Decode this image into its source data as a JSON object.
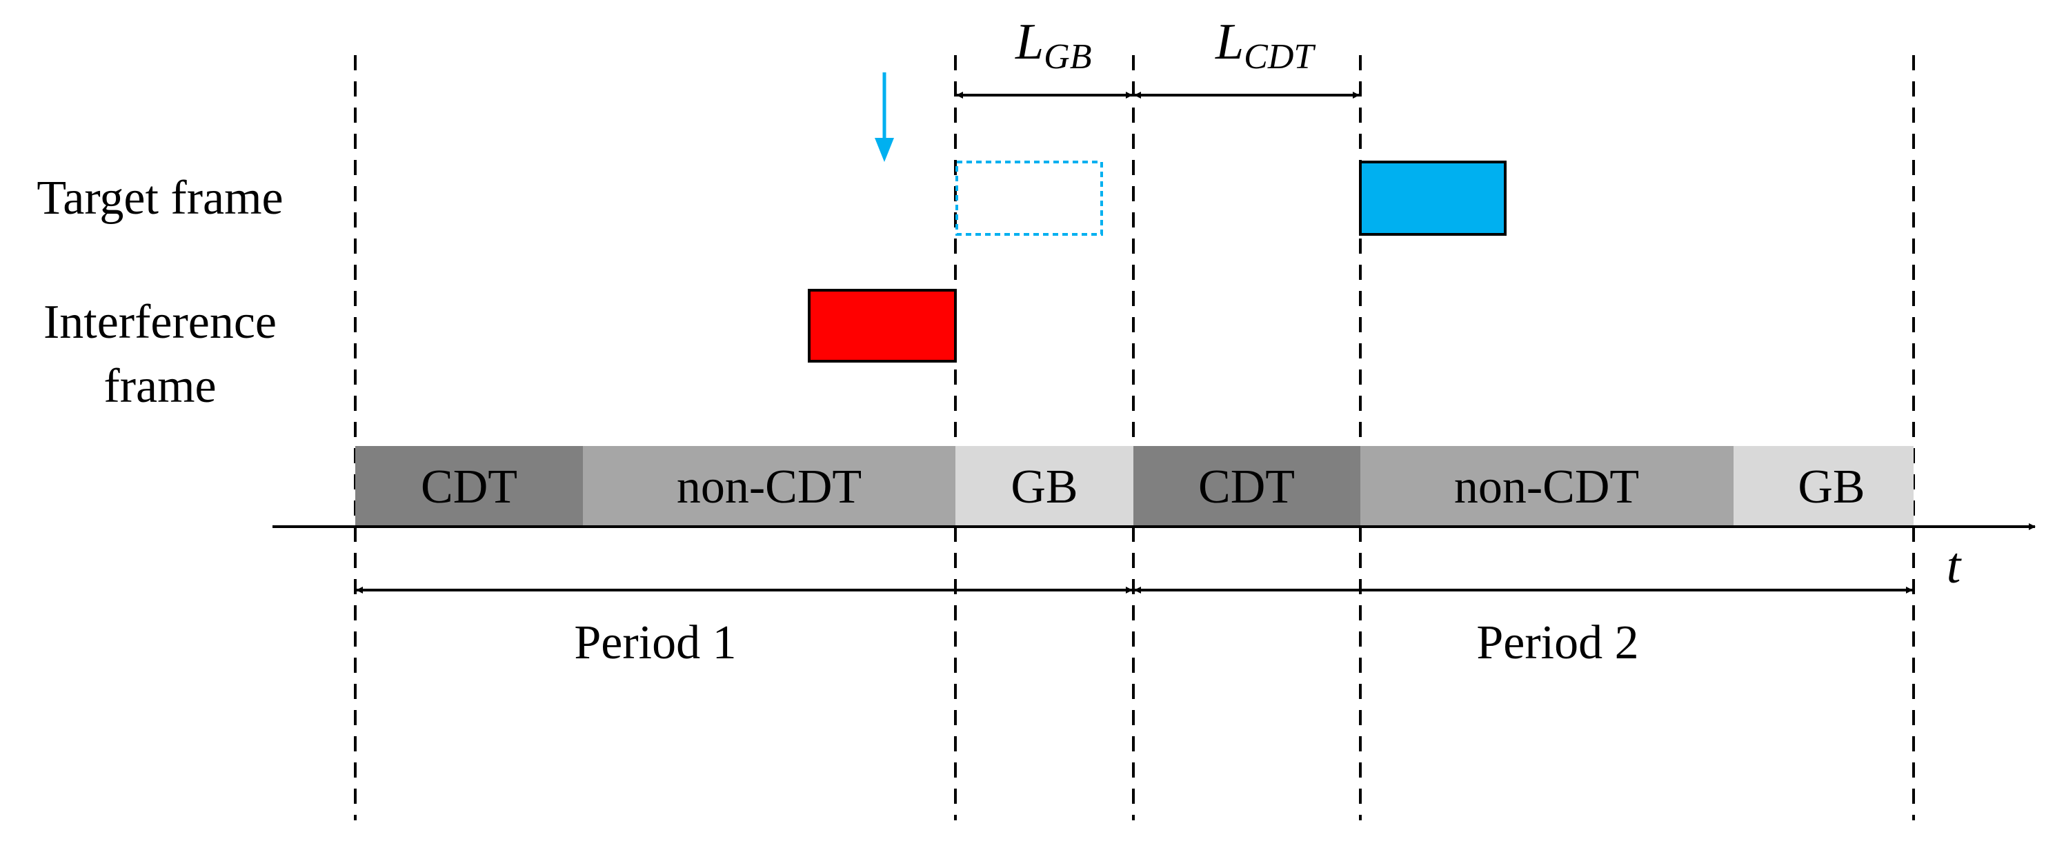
{
  "row_labels": {
    "target": "Target frame",
    "interference_line1": "Interference",
    "interference_line2": "frame"
  },
  "timeline": {
    "segments": [
      "CDT",
      "non-CDT",
      "GB",
      "CDT",
      "non-CDT",
      "GB"
    ],
    "axis_label": "t"
  },
  "periods": [
    "Period 1",
    "Period 2"
  ],
  "dimensions": {
    "gb_main": "L",
    "gb_sub": "GB",
    "cdt_main": "L",
    "cdt_sub": "CDT"
  },
  "colors": {
    "cdt": "#808080",
    "non_cdt": "#a6a6a6",
    "gb": "#d9d9d9",
    "target_frame": "#00b0f0",
    "interference_frame": "#ff0000",
    "arrow_indicator": "#00b0f0"
  }
}
